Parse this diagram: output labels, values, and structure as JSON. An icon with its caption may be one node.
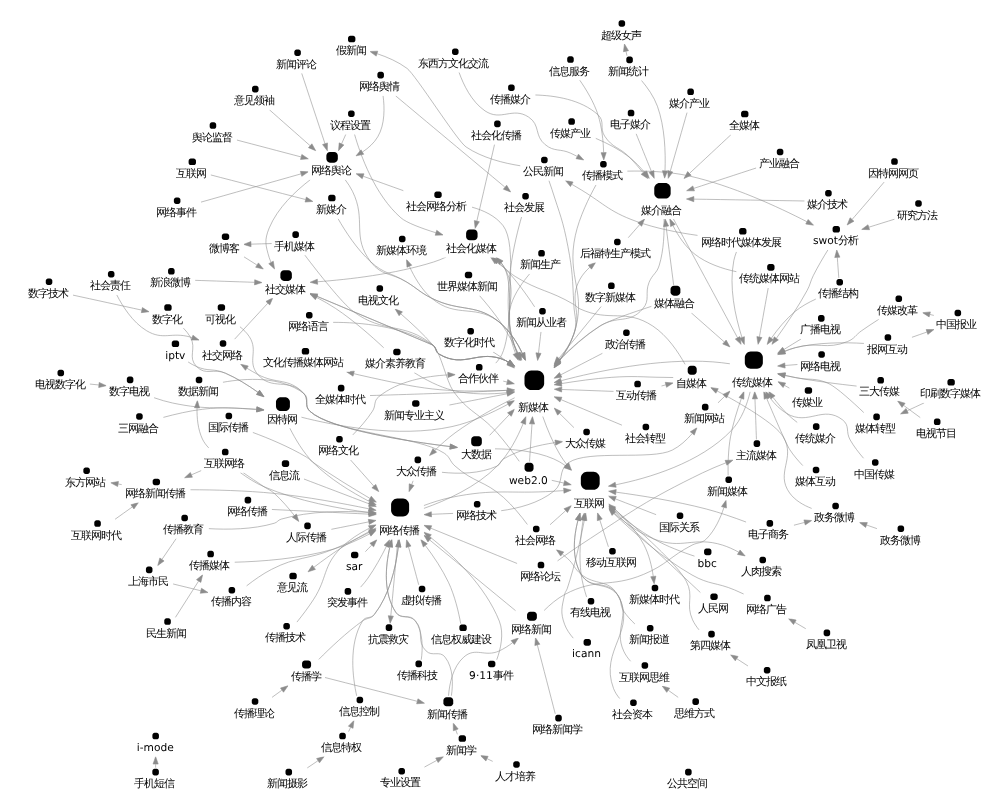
{
  "diagram": {
    "nodes": [
      {
        "text": [
          "新闻从业者"
        ]
      },
      {
        "text": [
          "网络技术"
        ]
      },
      {
        "text": [
          "网络论坛"
        ]
      },
      {
        "text": [
          "互动传播"
        ]
      },
      {
        "text": [
          "有线电视"
        ]
      },
      {
        "text": [
          "数字新媒体"
        ]
      },
      {
        "text": [
          "新闻统计"
        ]
      },
      {
        "text": [
          "主流媒体"
        ]
      },
      {
        "text": [
          "网络文化"
        ]
      },
      {
        "text": [
          "i-mode"
        ]
      },
      {
        "text": [
          "电子商务"
        ]
      },
      {
        "text": [
          "报网互动"
        ]
      },
      {
        "text": [
          "信息服务"
        ]
      },
      {
        "text": [
          "手机短信"
        ]
      },
      {
        "text": [
          "超级女声"
        ]
      },
      {
        "text": [
          "传统媒体网站"
        ]
      },
      {
        "text": [
          "中国报业"
        ]
      },
      {
        "text": [
          "互联网络"
        ]
      },
      {
        "text": [
          "东西方文化交流"
        ]
      },
      {
        "text": [
          "合作伙伴"
        ]
      },
      {
        "text": [
          "媒介素养教育"
        ]
      },
      {
        "text": [
          "传播模式"
        ]
      },
      {
        "text": [
          "社会网络分析"
        ]
      },
      {
        "text": [
          "研究方法"
        ]
      },
      {
        "text": [
          "政务微博"
        ]
      },
      {
        "text": [
          "产业融合"
        ]
      },
      {
        "text": [
          "文化传播媒体网站"
        ]
      },
      {
        "text": [
          "网络语言"
        ]
      },
      {
        "text": [
          "因特网网页"
        ]
      },
      {
        "text": [
          "虚拟传播"
        ]
      },
      {
        "text": [
          "社会化传播"
        ]
      },
      {
        "text": [
          "icann"
        ]
      },
      {
        "text": [
          "议程设置"
        ]
      },
      {
        "text": [
          "新闻网站"
        ]
      },
      {
        "text": [
          "后福特生产模式"
        ]
      },
      {
        "text": [
          "网络事件"
        ]
      },
      {
        "text": [
          "全媒体时代"
        ]
      },
      {
        "text": [
          "传媒产业"
        ]
      },
      {
        "text": [
          "人际传播"
        ]
      },
      {
        "text": [
          "舆论监督"
        ]
      },
      {
        "text": [
          "传媒业"
        ]
      },
      {
        "text": [
          "自媒体"
        ]
      },
      {
        "text": [
          "swot分析"
        ]
      },
      {
        "text": [
          "人民网"
        ]
      },
      {
        "text": [
          "全媒体"
        ]
      },
      {
        "text": [
          "社会化媒体"
        ]
      },
      {
        "text": [
          "新闻专业主义"
        ]
      },
      {
        "text": [
          "新闻生产"
        ]
      },
      {
        "text": [
          "电视文化"
        ]
      },
      {
        "text": [
          "新浪微博"
        ]
      },
      {
        "text": [
          "大众传播"
        ]
      },
      {
        "text": [
          "传播结构"
        ]
      },
      {
        "text": [
          "传媒改革"
        ]
      },
      {
        "text": [
          "网络舆情"
        ]
      },
      {
        "text": [
          "社会发展"
        ]
      },
      {
        "text": [
          "数据新闻"
        ]
      },
      {
        "text": [
          "网络舆论"
        ]
      },
      {
        "text": [
          "社交媒体"
        ]
      },
      {
        "text": [
          "传统媒体"
        ]
      },
      {
        "text": [
          "三大传媒"
        ]
      },
      {
        "text": [
          "电视节目"
        ]
      },
      {
        "text": [
          "传播科技"
        ]
      },
      {
        "text": [
          "媒介融合"
        ]
      },
      {
        "text": [
          "新媒体"
        ]
      },
      {
        "text": [
          "网络时代媒体发展"
        ]
      },
      {
        "text": [
          "中文报纸"
        ]
      },
      {
        "text": [
          "第四媒体"
        ]
      },
      {
        "text": [
          "web2.0"
        ]
      },
      {
        "text": [
          "传播媒介"
        ]
      },
      {
        "text": [
          "大数据"
        ]
      },
      {
        "text": [
          "假新闻"
        ]
      },
      {
        "text": [
          "公民新闻"
        ]
      },
      {
        "text": [
          "网络传播"
        ]
      },
      {
        "text": [
          "移动互联网"
        ]
      },
      {
        "text": [
          "网络电视"
        ]
      },
      {
        "text": [
          "互联网时代"
        ]
      },
      {
        "text": [
          "人肉搜索"
        ]
      },
      {
        "text": [
          "意见流"
        ]
      },
      {
        "text": [
          "突发事件"
        ]
      },
      {
        "text": [
          "数字化"
        ]
      },
      {
        "text": [
          "三网融合"
        ]
      },
      {
        "text": [
          "因特网"
        ]
      },
      {
        "text": [
          "互联网"
        ]
      },
      {
        "text": [
          "媒体转型"
        ]
      },
      {
        "text": [
          "印刷数字媒体"
        ]
      },
      {
        "text": [
          "新闻传播"
        ]
      },
      {
        "text": [
          "媒体融合"
        ]
      },
      {
        "text": [
          "网络新闻"
        ]
      },
      {
        "text": [
          "新闻媒体"
        ]
      },
      {
        "text": [
          "国际关系"
        ]
      },
      {
        "text": [
          "网络新闻传播"
        ]
      },
      {
        "text": [
          "专业设置"
        ]
      },
      {
        "text": [
          "信息权威建设"
        ]
      },
      {
        "text": [
          "媒介产业"
        ]
      },
      {
        "text": [
          "人才培养"
        ]
      },
      {
        "text": [
          "新闻报道"
        ]
      },
      {
        "text": [
          "媒体互动"
        ]
      },
      {
        "text": [
          "数字电视"
        ]
      },
      {
        "text": [
          "数字化时代"
        ]
      },
      {
        "text": [
          "网络新闻学"
        ]
      },
      {
        "text": [
          "bbc"
        ]
      },
      {
        "text": [
          "电子媒介"
        ]
      },
      {
        "text": [
          "媒介技术"
        ]
      },
      {
        "text": [
          "新媒介"
        ]
      },
      {
        "text": [
          "新闻学"
        ]
      },
      {
        "text": [
          "互联网思维"
        ]
      },
      {
        "text": [
          "传播学"
        ]
      },
      {
        "text": [
          "9·11事件"
        ]
      },
      {
        "text": [
          "电视数字化"
        ]
      },
      {
        "text": [
          "大众传媒"
        ]
      },
      {
        "text": [
          "传播技术"
        ]
      },
      {
        "text": [
          "社会转型"
        ]
      },
      {
        "text": [
          "东方网站"
        ]
      },
      {
        "text": [
          "传播理论"
        ]
      },
      {
        "text": [
          "社会资本"
        ]
      },
      {
        "text": [
          "新媒体时代"
        ]
      },
      {
        "text": [
          "可视化"
        ]
      },
      {
        "text": [
          "sar"
        ]
      },
      {
        "text": [
          "广播电视"
        ]
      },
      {
        "text": [
          "政治传播"
        ]
      },
      {
        "text": [
          "信息流"
        ]
      },
      {
        "text": [
          "手机媒体"
        ]
      },
      {
        "text": [
          "新媒体环境"
        ]
      },
      {
        "text": [
          "传播媒体"
        ]
      },
      {
        "text": [
          "社会网络"
        ]
      },
      {
        "text": [
          "民生新闻"
        ]
      },
      {
        "text": [
          "iptv"
        ]
      },
      {
        "text": [
          "新闻评论"
        ]
      },
      {
        "text": [
          "意见领袖"
        ]
      },
      {
        "text": [
          "政务微博"
        ]
      },
      {
        "text": [
          "网络传播"
        ]
      },
      {
        "text": [
          "信息控制"
        ]
      },
      {
        "text": [
          "世界媒体新闻"
        ]
      },
      {
        "text": [
          "中国传媒"
        ]
      },
      {
        "text": [
          "数字技术"
        ]
      },
      {
        "text": [
          "传统媒介"
        ]
      },
      {
        "text": [
          "国际传播"
        ]
      },
      {
        "text": [
          "社会责任"
        ]
      },
      {
        "text": [
          "网络广告"
        ]
      },
      {
        "text": [
          "微博客"
        ]
      },
      {
        "text": [
          "传播内容"
        ]
      },
      {
        "text": [
          "传播教育"
        ]
      },
      {
        "text": [
          "信息特权"
        ]
      },
      {
        "text": [
          "社交网络"
        ]
      },
      {
        "text": [
          "抗震救灾"
        ]
      },
      {
        "text": [
          "思维方式"
        ]
      },
      {
        "text": [
          "凤凰卫视"
        ]
      },
      {
        "text": [
          "公共空间"
        ]
      },
      {
        "text": [
          "上海市民"
        ]
      },
      {
        "text": [
          "新闻摄影"
        ]
      },
      {
        "text": [
          "互联网"
        ]
      }
    ],
    "edges": [
      {
        "from": 0,
        "to": 63,
        "arrow": "to"
      },
      {
        "from": 0,
        "to": 45,
        "arrow": "to"
      },
      {
        "from": 1,
        "to": 72,
        "arrow": "to"
      },
      {
        "from": 1,
        "to": 33,
        "arrow": "to"
      },
      {
        "from": 2,
        "to": 7,
        "arrow": "to"
      },
      {
        "from": 2,
        "to": 72,
        "arrow": "to"
      },
      {
        "from": 3,
        "to": 41,
        "arrow": "to"
      },
      {
        "from": 3,
        "to": 63,
        "arrow": "to"
      },
      {
        "from": 4,
        "to": 82,
        "arrow": "to"
      },
      {
        "from": 5,
        "to": 63,
        "arrow": "to"
      },
      {
        "from": 6,
        "to": 14,
        "arrow": "to"
      },
      {
        "from": 6,
        "to": 62,
        "arrow": "to"
      },
      {
        "from": 7,
        "to": 58,
        "arrow": "to"
      },
      {
        "from": 8,
        "to": 72,
        "arrow": "to"
      },
      {
        "from": 8,
        "to": 19,
        "arrow": "to"
      },
      {
        "from": 10,
        "to": 82,
        "arrow": "to"
      },
      {
        "from": 10,
        "to": 24,
        "arrow": "to"
      },
      {
        "from": 11,
        "to": 58,
        "arrow": "to"
      },
      {
        "from": 11,
        "to": 16,
        "arrow": "to"
      },
      {
        "from": 12,
        "to": 21,
        "arrow": "to"
      },
      {
        "from": 13,
        "to": 9,
        "arrow": "to"
      },
      {
        "from": 15,
        "to": 58,
        "arrow": "to"
      },
      {
        "from": 15,
        "to": 62,
        "arrow": "to"
      },
      {
        "from": 16,
        "to": 52,
        "arrow": "to"
      },
      {
        "from": 17,
        "to": 38,
        "arrow": "to"
      },
      {
        "from": 17,
        "to": 72,
        "arrow": "to"
      },
      {
        "from": 17,
        "to": 55,
        "arrow": "to"
      },
      {
        "from": 18,
        "to": 21,
        "arrow": "to"
      },
      {
        "from": 19,
        "to": 63,
        "arrow": "to"
      },
      {
        "from": 19,
        "to": 45,
        "arrow": "to"
      },
      {
        "from": 20,
        "to": 63,
        "arrow": "to"
      },
      {
        "from": 20,
        "to": 57,
        "arrow": "to"
      },
      {
        "from": 21,
        "to": 42,
        "arrow": "to"
      },
      {
        "from": 21,
        "to": 63,
        "arrow": "to"
      },
      {
        "from": 22,
        "to": 63,
        "arrow": "to"
      },
      {
        "from": 22,
        "to": 56,
        "arrow": "to"
      },
      {
        "from": 23,
        "to": 42,
        "arrow": "to"
      },
      {
        "from": 24,
        "to": 41,
        "arrow": "to"
      },
      {
        "from": 25,
        "to": 62,
        "arrow": "to"
      },
      {
        "from": 63,
        "to": 26,
        "arrow": "to"
      },
      {
        "from": 27,
        "to": 63,
        "arrow": "to"
      },
      {
        "from": 28,
        "to": 42,
        "arrow": "to"
      },
      {
        "from": 29,
        "to": 72,
        "arrow": "to"
      },
      {
        "from": 30,
        "to": 45,
        "arrow": "to"
      },
      {
        "from": 31,
        "to": 82,
        "arrow": "to"
      },
      {
        "from": 32,
        "to": 56,
        "arrow": "to"
      },
      {
        "from": 32,
        "to": 45,
        "arrow": "to"
      },
      {
        "from": 33,
        "to": 58,
        "arrow": "to"
      },
      {
        "from": 34,
        "to": 62,
        "arrow": "to"
      },
      {
        "from": 63,
        "to": 34,
        "arrow": "to"
      },
      {
        "from": 35,
        "to": 56,
        "arrow": "to"
      },
      {
        "from": 36,
        "to": 63,
        "arrow": "to"
      },
      {
        "from": 37,
        "to": 62,
        "arrow": "to"
      },
      {
        "from": 38,
        "to": 72,
        "arrow": "to"
      },
      {
        "from": 39,
        "to": 56,
        "arrow": "to"
      },
      {
        "from": 40,
        "to": 58,
        "arrow": "to"
      },
      {
        "from": 41,
        "to": 63,
        "arrow": "to"
      },
      {
        "from": 41,
        "to": 45,
        "arrow": "to"
      },
      {
        "from": 42,
        "to": 58,
        "arrow": "to"
      },
      {
        "from": 43,
        "to": 82,
        "arrow": "to"
      },
      {
        "from": 44,
        "to": 62,
        "arrow": "to"
      },
      {
        "from": 45,
        "to": 63,
        "arrow": "to"
      },
      {
        "from": 45,
        "to": 57,
        "arrow": "to"
      },
      {
        "from": 46,
        "to": 63,
        "arrow": "to"
      },
      {
        "from": 47,
        "to": 63,
        "arrow": "to"
      },
      {
        "from": 63,
        "to": 48,
        "arrow": "to"
      },
      {
        "from": 49,
        "to": 57,
        "arrow": "to"
      },
      {
        "from": 50,
        "to": 72,
        "arrow": "to"
      },
      {
        "from": 63,
        "to": 50,
        "arrow": "to"
      },
      {
        "from": 51,
        "to": 42,
        "arrow": "to"
      },
      {
        "from": 51,
        "to": 58,
        "arrow": "to"
      },
      {
        "from": 52,
        "to": 58,
        "arrow": "to"
      },
      {
        "from": 53,
        "to": 56,
        "arrow": "to"
      },
      {
        "from": 53,
        "to": 54,
        "arrow": "to"
      },
      {
        "from": 54,
        "to": 63,
        "arrow": "to"
      },
      {
        "from": 55,
        "to": 69,
        "arrow": "to"
      },
      {
        "from": 56,
        "to": 63,
        "arrow": "to"
      },
      {
        "from": 57,
        "to": 63,
        "arrow": "to"
      },
      {
        "from": 58,
        "to": 63,
        "arrow": "to"
      },
      {
        "from": 59,
        "to": 58,
        "arrow": "to"
      },
      {
        "from": 60,
        "to": 59,
        "arrow": "to"
      },
      {
        "from": 61,
        "to": 72,
        "arrow": "to"
      },
      {
        "from": 62,
        "to": 63,
        "arrow": "to"
      },
      {
        "from": 62,
        "to": 58,
        "arrow": "to"
      },
      {
        "from": 64,
        "to": 58,
        "arrow": "to"
      },
      {
        "from": 64,
        "to": 71,
        "arrow": "to"
      },
      {
        "from": 65,
        "to": 66,
        "arrow": "to"
      },
      {
        "from": 66,
        "to": 82,
        "arrow": "to"
      },
      {
        "from": 67,
        "to": 82,
        "arrow": "to"
      },
      {
        "from": 67,
        "to": 57,
        "arrow": "to"
      },
      {
        "from": 68,
        "to": 62,
        "arrow": "to"
      },
      {
        "from": 69,
        "to": 63,
        "arrow": "to"
      },
      {
        "from": 71,
        "to": 70,
        "arrow": "to"
      },
      {
        "from": 71,
        "to": 63,
        "arrow": "to"
      },
      {
        "from": 72,
        "to": 82,
        "arrow": "to"
      },
      {
        "from": 72,
        "to": 63,
        "arrow": "to"
      },
      {
        "from": 73,
        "to": 82,
        "arrow": "to"
      },
      {
        "from": 74,
        "to": 58,
        "arrow": "to"
      },
      {
        "from": 75,
        "to": 90,
        "arrow": "to"
      },
      {
        "from": 82,
        "to": 76,
        "arrow": "to"
      },
      {
        "from": 72,
        "to": 77,
        "arrow": "to"
      },
      {
        "from": 78,
        "to": 72,
        "arrow": "to"
      },
      {
        "from": 79,
        "to": 81,
        "arrow": "to"
      },
      {
        "from": 80,
        "to": 81,
        "arrow": "to"
      },
      {
        "from": 81,
        "to": 72,
        "arrow": "to"
      },
      {
        "from": 81,
        "to": 63,
        "arrow": "to"
      },
      {
        "from": 83,
        "to": 58,
        "arrow": "to"
      },
      {
        "from": 84,
        "to": 83,
        "arrow": "to"
      },
      {
        "from": 85,
        "to": 72,
        "arrow": "to"
      },
      {
        "from": 86,
        "to": 58,
        "arrow": "to"
      },
      {
        "from": 86,
        "to": 63,
        "arrow": "to"
      },
      {
        "from": 87,
        "to": 72,
        "arrow": "to"
      },
      {
        "from": 88,
        "to": 58,
        "arrow": "to"
      },
      {
        "from": 89,
        "to": 82,
        "arrow": "to"
      },
      {
        "from": 90,
        "to": 72,
        "arrow": "to"
      },
      {
        "from": 17,
        "to": 90,
        "arrow": "to"
      },
      {
        "from": 91,
        "to": 104,
        "arrow": "to"
      },
      {
        "from": 92,
        "to": 72,
        "arrow": "to"
      },
      {
        "from": 93,
        "to": 62,
        "arrow": "to"
      },
      {
        "from": 94,
        "to": 104,
        "arrow": "to"
      },
      {
        "from": 95,
        "to": 82,
        "arrow": "to"
      },
      {
        "from": 96,
        "to": 58,
        "arrow": "to"
      },
      {
        "from": 97,
        "to": 81,
        "arrow": "to"
      },
      {
        "from": 98,
        "to": 63,
        "arrow": "to"
      },
      {
        "from": 99,
        "to": 87,
        "arrow": "to"
      },
      {
        "from": 100,
        "to": 82,
        "arrow": "to"
      },
      {
        "from": 101,
        "to": 62,
        "arrow": "to"
      },
      {
        "from": 102,
        "to": 62,
        "arrow": "to"
      },
      {
        "from": 103,
        "to": 63,
        "arrow": "to"
      },
      {
        "from": 104,
        "to": 85,
        "arrow": "to"
      },
      {
        "from": 105,
        "to": 82,
        "arrow": "to"
      },
      {
        "from": 106,
        "to": 72,
        "arrow": "to"
      },
      {
        "from": 107,
        "to": 72,
        "arrow": "to"
      },
      {
        "from": 108,
        "to": 97,
        "arrow": "to"
      },
      {
        "from": 109,
        "to": 63,
        "arrow": "to"
      },
      {
        "from": 110,
        "to": 72,
        "arrow": "to"
      },
      {
        "from": 111,
        "to": 63,
        "arrow": "to"
      },
      {
        "from": 90,
        "to": 112,
        "arrow": "to"
      },
      {
        "from": 113,
        "to": 106,
        "arrow": "to"
      },
      {
        "from": 114,
        "to": 124,
        "arrow": "to"
      },
      {
        "from": 82,
        "to": 115,
        "arrow": "to"
      },
      {
        "from": 116,
        "to": 69,
        "arrow": "to"
      },
      {
        "from": 117,
        "to": 72,
        "arrow": "to"
      },
      {
        "from": 118,
        "to": 58,
        "arrow": "to"
      },
      {
        "from": 119,
        "to": 63,
        "arrow": "to"
      },
      {
        "from": 120,
        "to": 72,
        "arrow": "to"
      },
      {
        "from": 121,
        "to": 63,
        "arrow": "to"
      },
      {
        "from": 63,
        "to": 122,
        "arrow": "to"
      },
      {
        "from": 123,
        "to": 72,
        "arrow": "to"
      },
      {
        "from": 125,
        "to": 123,
        "arrow": "to"
      },
      {
        "from": 124,
        "to": 82,
        "arrow": "to"
      },
      {
        "from": 124,
        "to": 143,
        "arrow": "to"
      },
      {
        "from": 126,
        "to": 81,
        "arrow": "to"
      },
      {
        "from": 127,
        "to": 56,
        "arrow": "to"
      },
      {
        "from": 128,
        "to": 56,
        "arrow": "to"
      },
      {
        "from": 129,
        "to": 24,
        "arrow": "to"
      },
      {
        "from": 130,
        "to": 72,
        "arrow": "to"
      },
      {
        "from": 131,
        "to": 72,
        "arrow": "to"
      },
      {
        "from": 132,
        "to": 63,
        "arrow": "to"
      },
      {
        "from": 133,
        "to": 58,
        "arrow": "to"
      },
      {
        "from": 134,
        "to": 79,
        "arrow": "to"
      },
      {
        "from": 135,
        "to": 58,
        "arrow": "to"
      },
      {
        "from": 136,
        "to": 72,
        "arrow": "to"
      },
      {
        "from": 137,
        "to": 143,
        "arrow": "to"
      },
      {
        "from": 138,
        "to": 82,
        "arrow": "to"
      },
      {
        "from": 139,
        "to": 57,
        "arrow": "to"
      },
      {
        "from": 140,
        "to": 72,
        "arrow": "to"
      },
      {
        "from": 141,
        "to": 72,
        "arrow": "to"
      },
      {
        "from": 141,
        "to": 148,
        "arrow": "to"
      },
      {
        "from": 142,
        "to": 131,
        "arrow": "to"
      },
      {
        "from": 143,
        "to": 57,
        "arrow": "to"
      },
      {
        "from": 72,
        "to": 144,
        "arrow": "to"
      },
      {
        "from": 145,
        "to": 105,
        "arrow": "to"
      },
      {
        "from": 146,
        "to": 138,
        "arrow": "to"
      },
      {
        "from": 148,
        "to": 140,
        "arrow": "to"
      },
      {
        "from": 149,
        "to": 142,
        "arrow": "to"
      },
      {
        "from": 63,
        "to": 82,
        "arrow": "to"
      },
      {
        "from": 58,
        "to": 82,
        "arrow": "to"
      },
      {
        "from": 56,
        "to": 57,
        "arrow": "to"
      },
      {
        "from": 69,
        "to": 82,
        "arrow": "to"
      },
      {
        "from": 86,
        "to": 62,
        "arrow": "to"
      },
      {
        "from": 87,
        "to": 88,
        "arrow": "to"
      },
      {
        "from": 85,
        "to": 87,
        "arrow": "to"
      },
      {
        "from": 106,
        "to": 85,
        "arrow": "to"
      },
      {
        "from": 67,
        "to": 63,
        "arrow": "to"
      },
      {
        "from": 50,
        "to": 109,
        "arrow": "to"
      },
      {
        "from": 121,
        "to": 139,
        "arrow": "to"
      },
      {
        "from": 150,
        "to": 103,
        "arrow": "to"
      }
    ]
  }
}
